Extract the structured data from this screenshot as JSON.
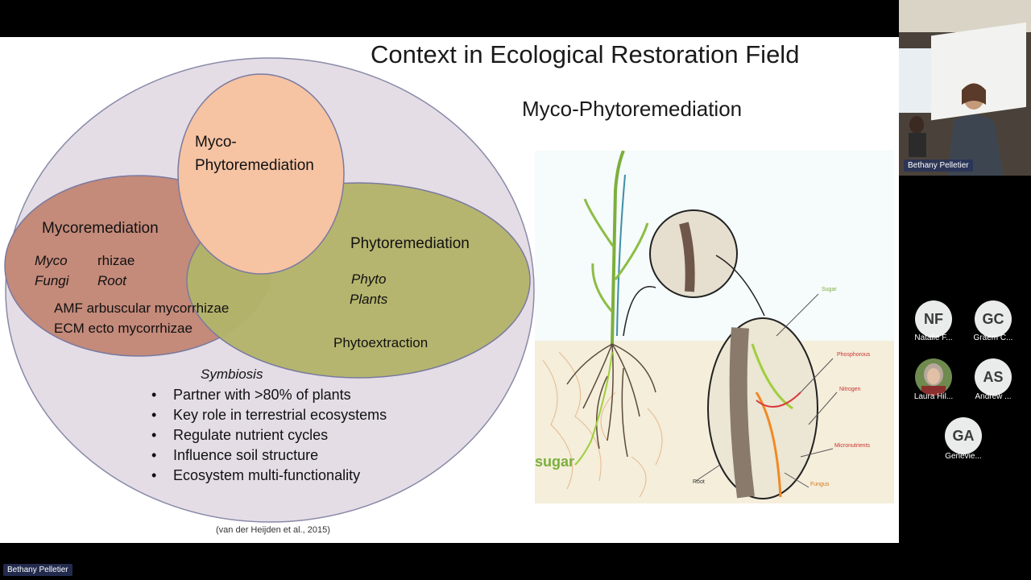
{
  "slide": {
    "title": "Context in Ecological Restoration Field",
    "subtitle": "Myco-Phytoremediation",
    "venn": {
      "myco_phyto_line1": "Myco-",
      "myco_phyto_line2": "Phytoremediation",
      "mycoremediation": "Mycoremediation",
      "myco": "Myco",
      "fungi": "Fungi",
      "rhizae": "rhizae",
      "root": "Root",
      "amf": "AMF arbuscular mycorrhizae",
      "ecm": "ECM  ecto mycorrhizae",
      "phytoremediation": "Phytoremediation",
      "phyto": "Phyto",
      "plants": "Plants",
      "phytoextraction": "Phytoextraction",
      "symbiosis": "Symbiosis"
    },
    "bullets": [
      "Partner with >80% of plants",
      "Key role in terrestrial ecosystems",
      "Regulate nutrient cycles",
      "Influence soil structure",
      "Ecosystem multi-functionality"
    ],
    "citation": "(van der Heijden et al., 2015)",
    "illustration": {
      "sugar_big": "sugar",
      "sugar": "Sugar",
      "phosphorous": "Phosphorous",
      "nitrogen": "Nitrogen",
      "micronutrients": "Micronutrients",
      "root": "Root",
      "fungus": "Fungus"
    }
  },
  "colors": {
    "outer_circle": "#e4dde6",
    "myco_ellipse": "#c48a7a",
    "phyto_ellipse": "#b3b46a",
    "mycophyto_ellipse": "#f6c3a3"
  },
  "presenter": {
    "name": "Bethany Pelletier"
  },
  "participants": [
    {
      "initials": "NF",
      "name": "Natalie F..."
    },
    {
      "initials": "GC",
      "name": "Graem C..."
    },
    {
      "initials": "",
      "name": "Laura Hil..."
    },
    {
      "initials": "AS",
      "name": "Andrew ..."
    },
    {
      "initials": "GA",
      "name": "Genevie..."
    }
  ],
  "bottom_name_tag": "Bethany Pelletier"
}
